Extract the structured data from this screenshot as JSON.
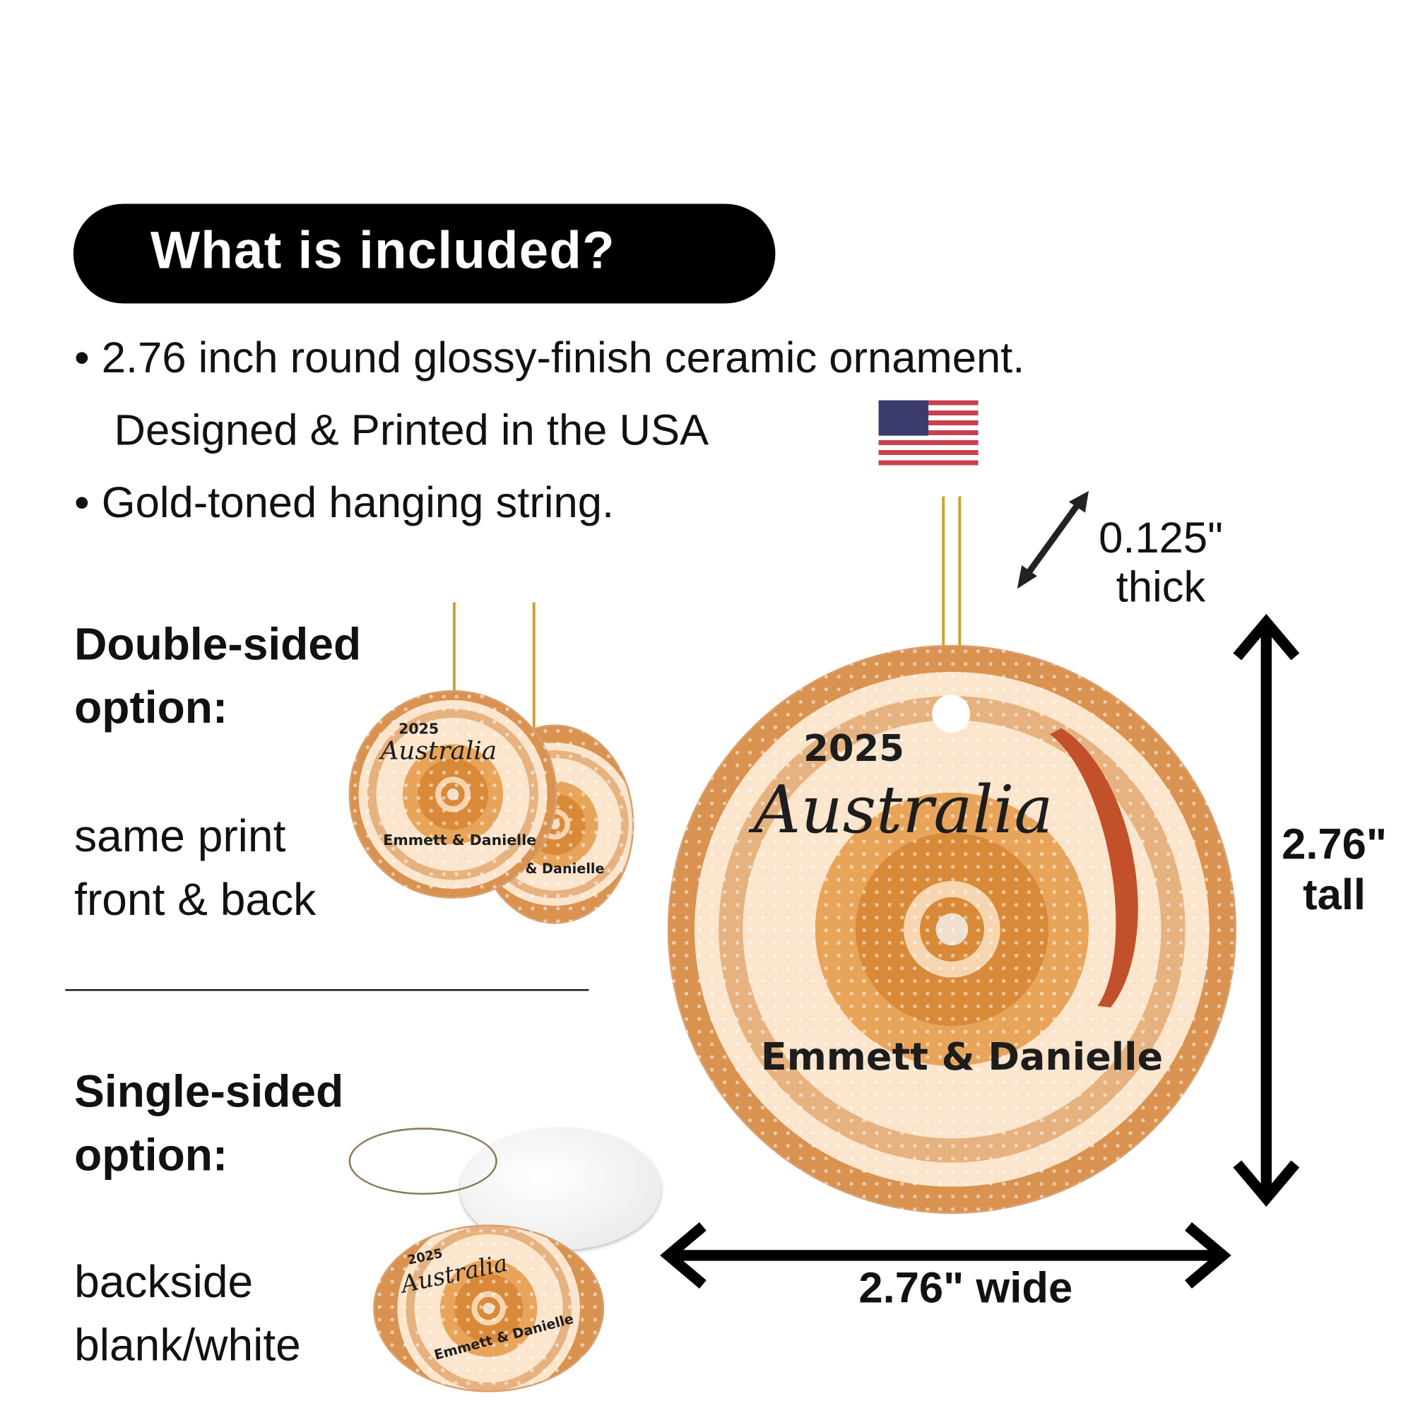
{
  "header": {
    "title": "What is included?"
  },
  "bullets": [
    "2.76 inch round glossy-finish ceramic ornament.",
    "Designed & Printed in the USA",
    "Gold-toned hanging string."
  ],
  "options": {
    "double": {
      "title_line1": "Double-sided",
      "title_line2": "option:",
      "desc_line1": "same print",
      "desc_line2": "front & back"
    },
    "single": {
      "title_line1": "Single-sided",
      "title_line2": "option:",
      "desc_line1": "backside",
      "desc_line2": "blank/white"
    }
  },
  "ornament": {
    "year": "2025",
    "place": "Australia",
    "names": "Emmett & Danielle",
    "back_names": "& Danielle"
  },
  "dimensions": {
    "thick_value": "0.125\"",
    "thick_label": "thick",
    "tall_value": "2.76\"",
    "tall_label": "tall",
    "wide": "2.76\" wide"
  },
  "colors": {
    "accent": "#000000",
    "ornament": "#d98a38",
    "string": "#c9a227",
    "flag_red": "#c8404f",
    "flag_blue": "#3c3b6e"
  }
}
